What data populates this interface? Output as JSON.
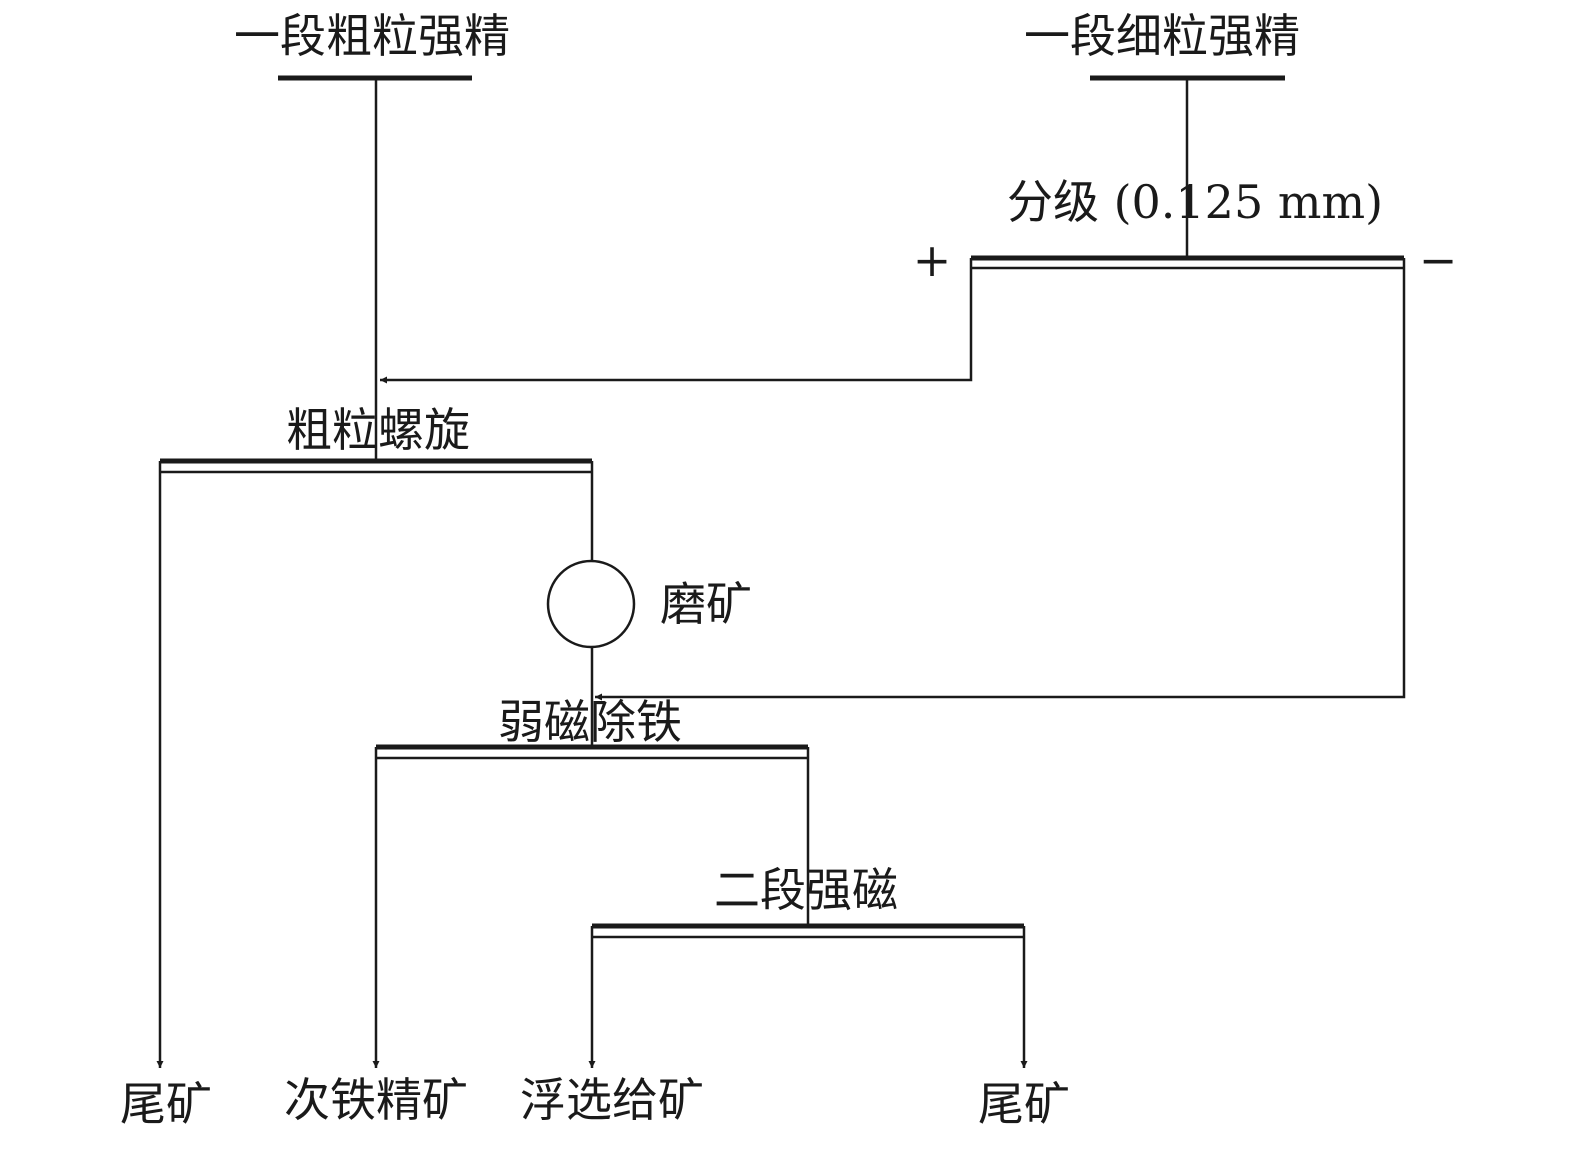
{
  "inputs": {
    "coarse_feed": "一段粗粒强精",
    "fine_feed": "一段细粒强精"
  },
  "operations": {
    "classification": "分级 (0.125 mm)",
    "plus_sign": "+",
    "minus_sign": "−",
    "coarse_spiral": "粗粒螺旋",
    "grinding": "磨矿",
    "low_intensity_magnetic": "弱磁除铁",
    "second_high_intensity": "二段强磁"
  },
  "outputs": {
    "tailings_1": "尾矿",
    "secondary_iron_concentrate": "次铁精矿",
    "flotation_feed": "浮选给矿",
    "tailings_2": "尾矿"
  }
}
